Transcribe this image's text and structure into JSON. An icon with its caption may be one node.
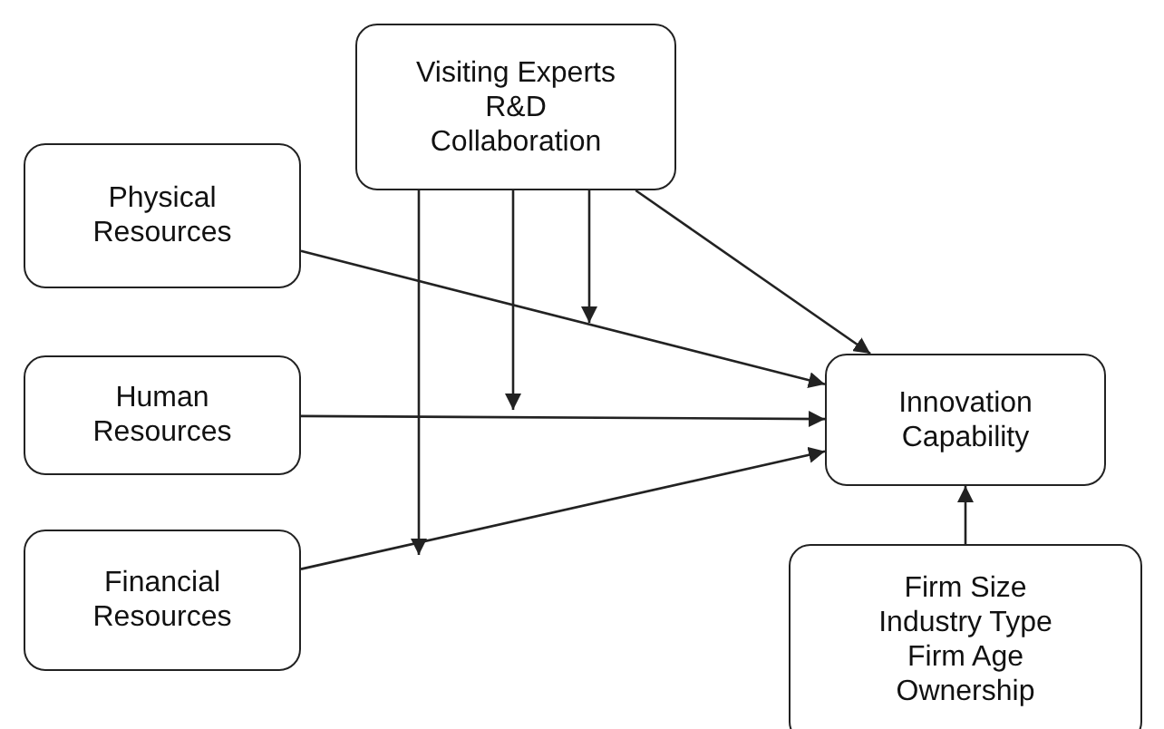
{
  "diagram": {
    "nodes": [
      {
        "text": [
          "Visiting Experts",
          "R&D Collaboration"
        ]
      },
      {
        "text": [
          "Physical Resources"
        ]
      },
      {
        "text": [
          "Human Resources"
        ]
      },
      {
        "text": [
          "Financial Resources"
        ]
      },
      {
        "text": [
          "Innovation Capability"
        ]
      },
      {
        "text": [
          "Firm Size",
          "Industry Type",
          "Firm Age",
          "Ownership"
        ]
      }
    ],
    "edges": [
      {
        "from": 0,
        "to": 4,
        "arrow": "to"
      },
      {
        "from": 1,
        "to": 4,
        "arrow": "to"
      },
      {
        "from": 2,
        "to": 4,
        "arrow": "to"
      },
      {
        "from": 3,
        "to": 4,
        "arrow": "to"
      },
      {
        "from": 5,
        "to": 4,
        "arrow": "to"
      },
      {
        "from": 0,
        "to": null,
        "arrow": "to"
      },
      {
        "from": 0,
        "to": null,
        "arrow": "to"
      },
      {
        "from": 0,
        "to": null,
        "arrow": "to"
      }
    ]
  }
}
